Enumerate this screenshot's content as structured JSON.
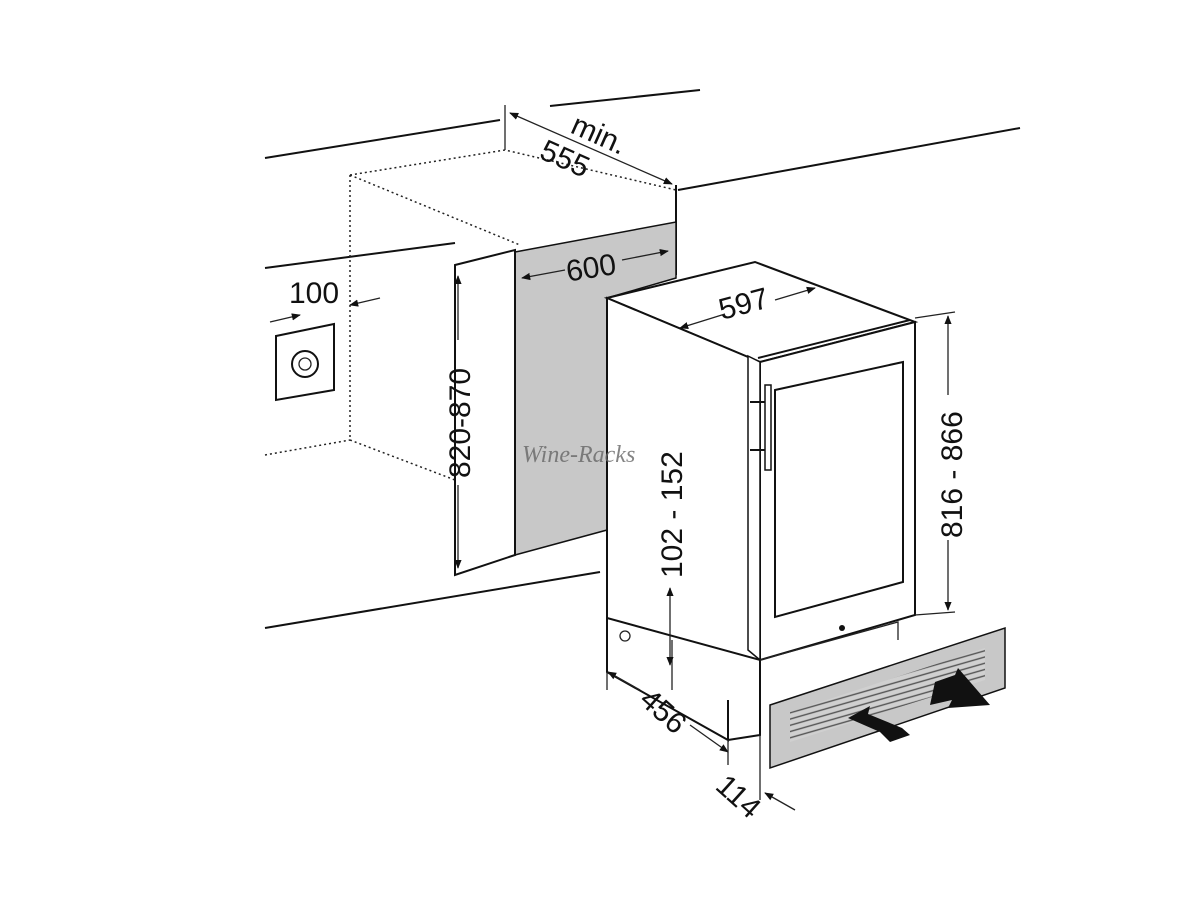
{
  "diagram": {
    "dimensions": {
      "min_label": "min.",
      "depth_min": "555",
      "niche_width": "600",
      "socket_offset": "100",
      "niche_height": "820-870",
      "unit_width": "597",
      "unit_height": "816 - 866",
      "plinth_height": "102 - 152",
      "side_depth": "456",
      "plinth_depth": "114"
    },
    "watermark": "Wine-Racks",
    "colors": {
      "line": "#111111",
      "panel": "#c8c8c8",
      "background": "#ffffff"
    }
  }
}
